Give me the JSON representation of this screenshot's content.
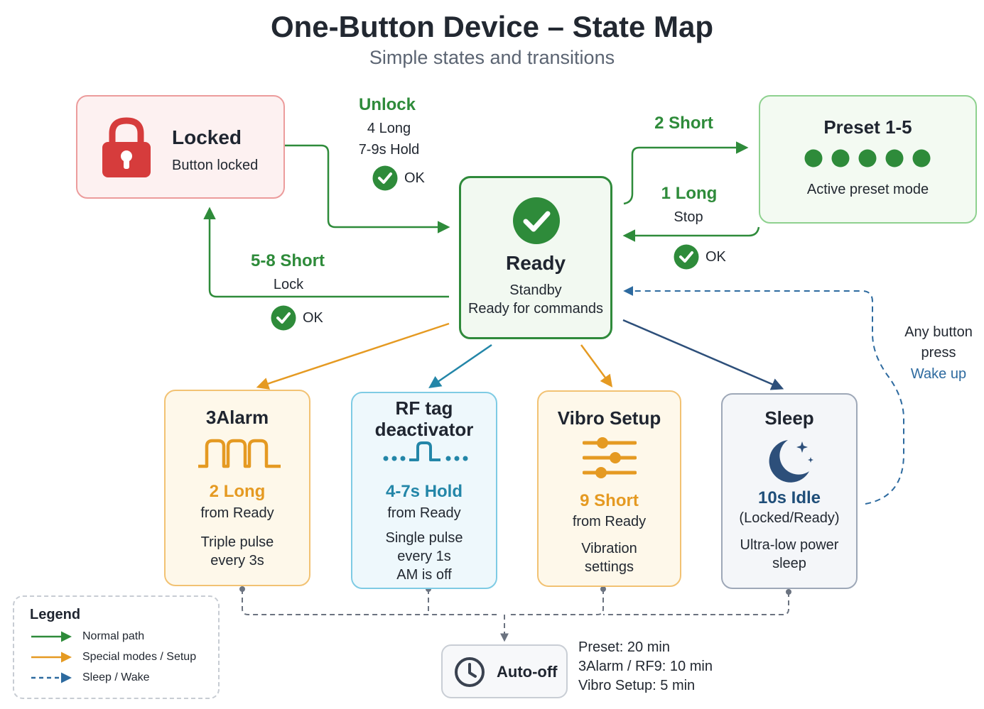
{
  "header": {
    "title": "One-Button Device – State Map",
    "subtitle": "Simple states and transitions"
  },
  "colors": {
    "normal": "#2e8b3a",
    "special": "#e59a22",
    "sleep": "#2d6a9f",
    "rf": "#2386a8",
    "locked": "#d63c3c"
  },
  "states": {
    "locked": {
      "title": "Locked",
      "desc": "Button locked",
      "icon": "padlock-icon"
    },
    "ready": {
      "title": "Ready",
      "line1": "Standby",
      "line2": "Ready for commands",
      "icon": "check-circle-icon"
    },
    "preset": {
      "title": "Preset 1-5",
      "desc": "Active preset mode",
      "dots": 5
    },
    "alarm": {
      "title": "3Alarm",
      "trigger": "2 Long",
      "from": "from Ready",
      "line1": "Triple pulse",
      "line2": "every 3s",
      "icon": "triple-pulse-icon"
    },
    "rf": {
      "title_line1": "RF tag",
      "title_line2": "deactivator",
      "trigger": "4-7s Hold",
      "from": "from Ready",
      "line1": "Single pulse",
      "line2": "every 1s",
      "line3": "AM is off",
      "icon": "single-pulse-icon"
    },
    "vibro": {
      "title": "Vibro Setup",
      "trigger": "9 Short",
      "from": "from Ready",
      "line1": "Vibration",
      "line2": "settings",
      "icon": "sliders-icon"
    },
    "sleep": {
      "title": "Sleep",
      "trigger": "10s Idle",
      "sub": "(Locked/Ready)",
      "line1": "Ultra-low power",
      "line2": "sleep",
      "icon": "moon-stars-icon"
    }
  },
  "transitions": {
    "unlock": {
      "title": "Unlock",
      "line1": "4 Long",
      "line2": "7-9s Hold",
      "ok": "OK"
    },
    "lock": {
      "title": "5-8 Short",
      "line1": "Lock",
      "ok": "OK"
    },
    "to_preset": {
      "title": "2 Short"
    },
    "from_preset": {
      "title": "1 Long",
      "line1": "Stop",
      "ok": "OK"
    },
    "wake": {
      "line1": "Any button",
      "line2": "press",
      "line3": "Wake up"
    }
  },
  "legend": {
    "title": "Legend",
    "items": [
      {
        "label": "Normal path",
        "style": "solid",
        "color": "#2e8b3a"
      },
      {
        "label": "Special modes / Setup",
        "style": "solid",
        "color": "#e59a22"
      },
      {
        "label": "Sleep / Wake",
        "style": "dashed",
        "color": "#2d6a9f"
      }
    ]
  },
  "autooff": {
    "label": "Auto-off",
    "icon": "clock-icon",
    "lines": [
      "Preset: 20 min",
      "3Alarm / RF9: 10 min",
      "Vibro Setup: 5 min"
    ]
  }
}
